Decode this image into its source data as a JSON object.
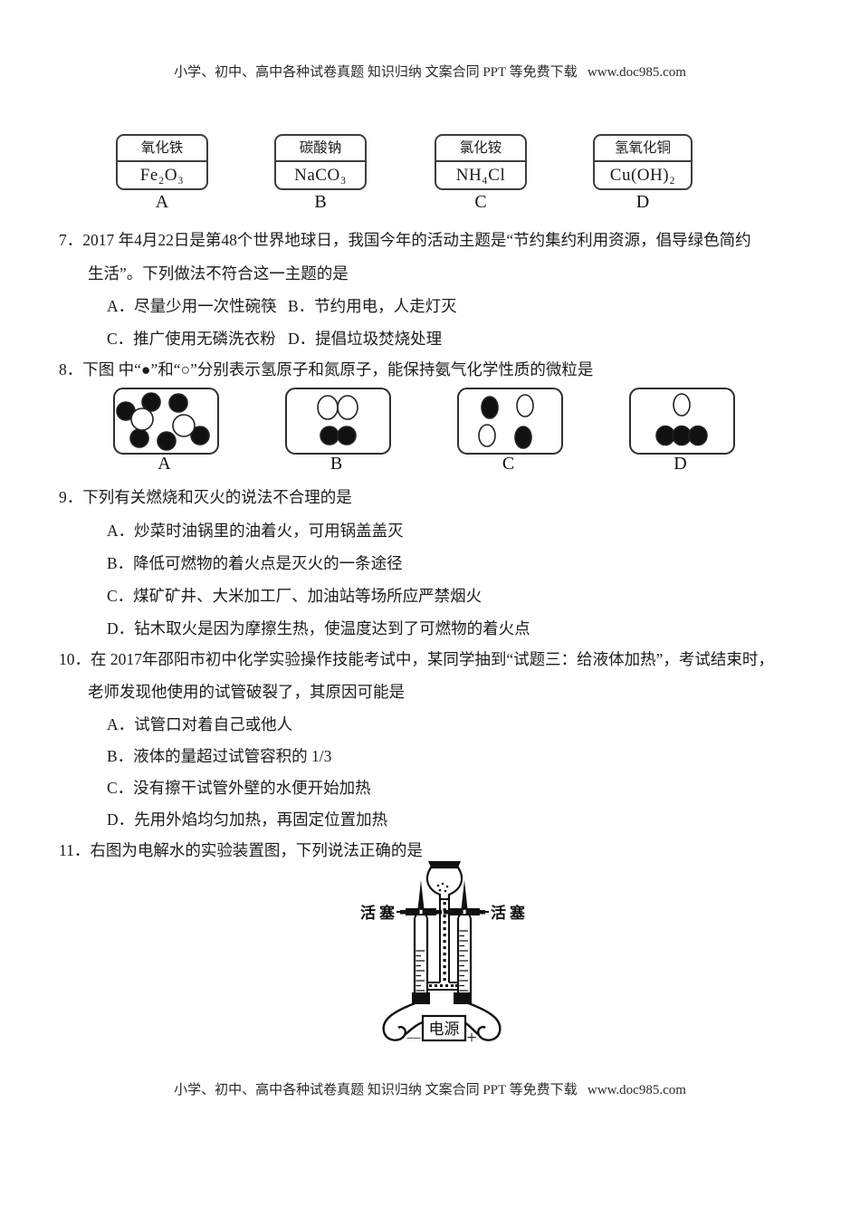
{
  "header": {
    "text": "小学、初中、高中各种试卷真题 知识归纳 文案合同 PPT 等免费下载   www.doc985.com"
  },
  "footer": {
    "text": "小学、初中、高中各种试卷真题 知识归纳 文案合同 PPT 等免费下载   www.doc985.com"
  },
  "substances": {
    "items": [
      {
        "label": "A",
        "name": "氧化铁",
        "formula": "Fe₂O₃"
      },
      {
        "label": "B",
        "name": "碳酸钠",
        "formula": "NaCO₃"
      },
      {
        "label": "C",
        "name": "氯化铵",
        "formula": "NH₄Cl"
      },
      {
        "label": "D",
        "name": "氢氧化铜",
        "formula": "Cu(OH)₂"
      }
    ]
  },
  "q7": {
    "number": "7．",
    "stem_line1": "2017 年4月22日是第48个世界地球日，我国今年的活动主题是“节约集约利用资源，倡导绿色简约",
    "stem_line2": "生活”。下列做法不符合这一主题的是",
    "option_a": "A．尽量少用一次性碗筷",
    "option_b": "B．节约用电，人走灯灭",
    "option_c": "C．推广使用无磷洗衣粉",
    "option_d": "D．提倡垃圾焚烧处理"
  },
  "q8": {
    "number": "8．",
    "stem": "下图 中“●”和“○”分别表示氢原子和氮原子，能保持氨气化学性质的微粒是",
    "diagrams": [
      {
        "label": "A",
        "description": "两个氨分子（各含1个氮原子和3个氢原子）"
      },
      {
        "label": "B",
        "description": "一个氮分子（2个氮原子）和一个氢分子（2个氢原子）"
      },
      {
        "label": "C",
        "description": "2个游离氢原子和2个游离氮原子"
      },
      {
        "label": "D",
        "description": "1个氮原子和3个相连的氢原子"
      }
    ]
  },
  "q9": {
    "number": "9．",
    "stem": "下列有关燃烧和灭火的说法不合理的是",
    "options": [
      "A．炒菜时油锅里的油着火，可用锅盖盖灭",
      "B．降低可燃物的着火点是灭火的一条途径",
      "C．煤矿矿井、大米加工厂、加油站等场所应严禁烟火",
      "D．钻木取火是因为摩擦生热，使温度达到了可燃物的着火点"
    ]
  },
  "q10": {
    "number": "10．",
    "stem_line1": "在 2017年邵阳市初中化学实验操作技能考试中，某同学抽到“试题三：给液体加热”，考试结束时，",
    "stem_line2": "老师发现他使用的试管破裂了，其原因可能是",
    "options": [
      "A．试管口对着自己或他人",
      "B．液体的量超过试管容积的 1/3",
      "C．没有擦干试管外壁的水便开始加热",
      "D．先用外焰均匀加热，再固定位置加热"
    ]
  },
  "q11": {
    "number": "11．",
    "stem": "右图为电解水的实验装置图，下列说法正确的是",
    "diagram": {
      "left_valve_label": "活塞",
      "right_valve_label": "活塞",
      "power_label": "电源",
      "negative_sign": "—",
      "positive_sign": "+"
    }
  }
}
